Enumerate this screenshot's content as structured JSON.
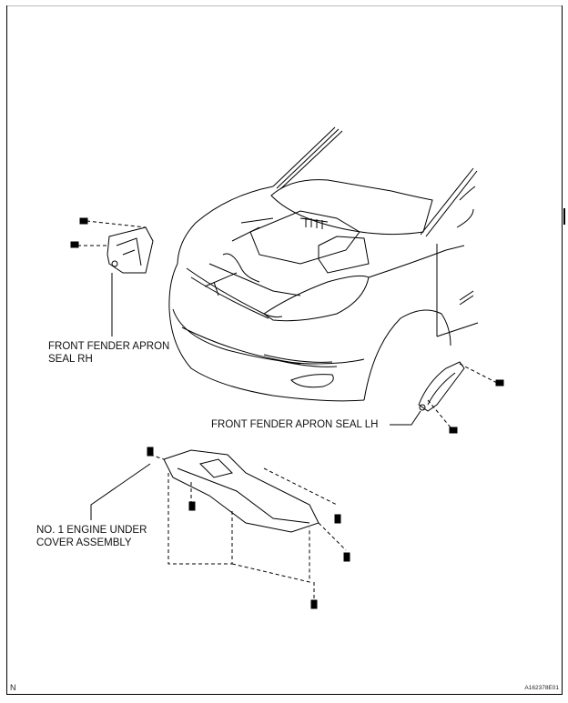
{
  "labels": {
    "apron_seal_rh_line1": "FRONT FENDER APRON",
    "apron_seal_rh_line2": "SEAL RH",
    "apron_seal_lh": "FRONT FENDER APRON SEAL LH",
    "under_cover_line1": "NO. 1 ENGINE UNDER",
    "under_cover_line2": "COVER ASSEMBLY"
  },
  "corner_mark": "N",
  "figure_id": "A162378E01"
}
